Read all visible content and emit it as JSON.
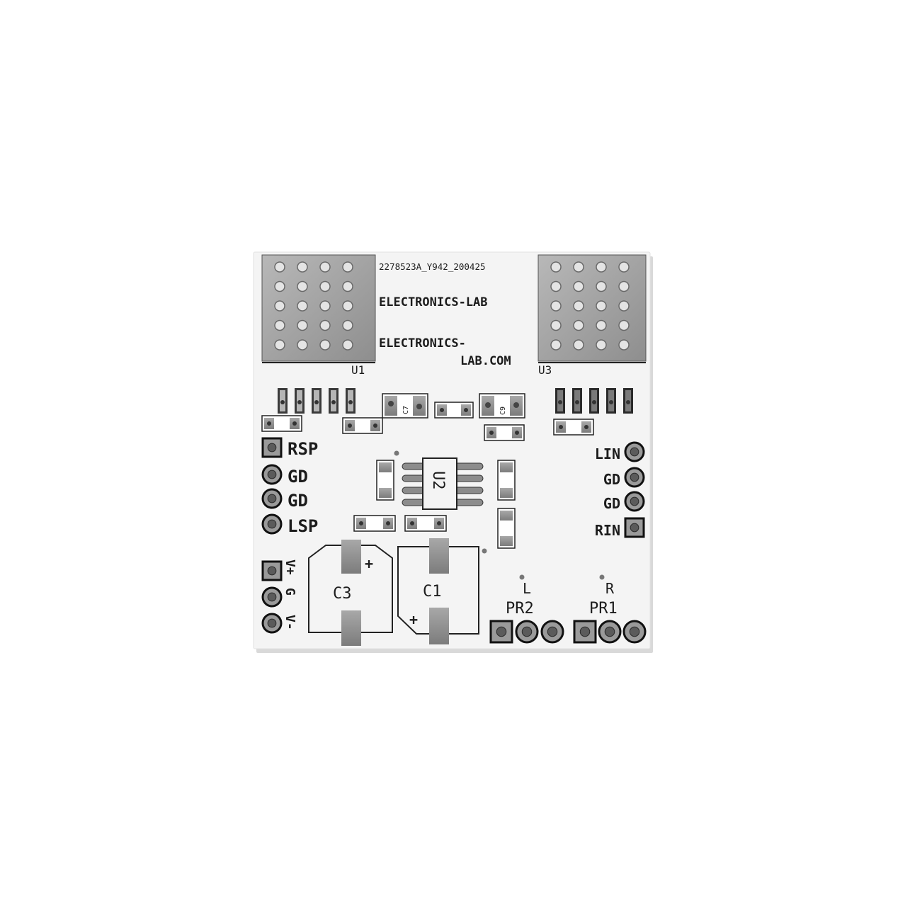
{
  "board": {
    "order_code": "2278523A_Y942_200425",
    "brand_line1": "ELECTRONICS-LAB",
    "brand_line2a": "ELECTRONICS-",
    "brand_line2b": "LAB.COM"
  },
  "designators": {
    "u1": "U1",
    "u3": "U3",
    "u2": "U2",
    "c7": "C7",
    "c9": "C9",
    "c1": "C1",
    "c3": "C3",
    "pr1": "PR1",
    "pr2": "PR2"
  },
  "left_pins": [
    "RSP",
    "GD",
    "GD",
    "LSP"
  ],
  "right_pins": [
    "LIN",
    "GD",
    "GD",
    "RIN"
  ],
  "power_pins": [
    "V+",
    "G",
    "V-"
  ],
  "pot_labels": {
    "left": "L",
    "right": "R"
  },
  "polarity": {
    "plus": "+"
  },
  "colors": {
    "solder_mask": "#f4f4f4",
    "silkscreen": "#1c1c1c",
    "pad_metal": "#9a9a9a",
    "heatsink": "#a9a9a9"
  }
}
